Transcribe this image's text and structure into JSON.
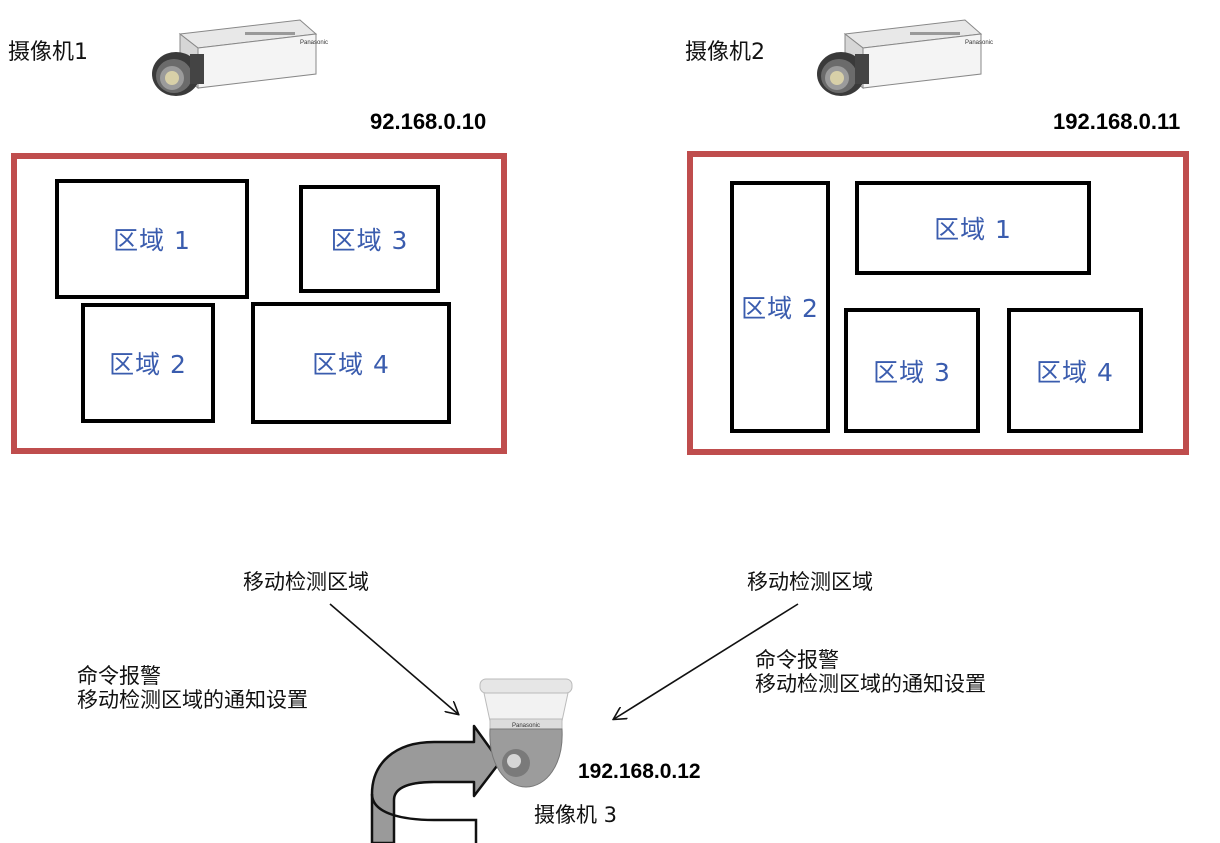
{
  "camera1": {
    "label": "摄像机1",
    "ip": "92.168.0.10",
    "zones": [
      "区域 1",
      "区域 3",
      "区域 2",
      "区域 4"
    ]
  },
  "camera2": {
    "label": "摄像机2",
    "ip": "192.168.0.11",
    "zones": [
      "区域 2",
      "区域 1",
      "区域 3",
      "区域 4"
    ]
  },
  "camera3": {
    "label": "摄像机 3",
    "ip": "192.168.0.12"
  },
  "left_annotation": {
    "region_label": "移动检测区域",
    "command_line1": "命令报警",
    "command_line2": "移动检测区域的通知设置"
  },
  "right_annotation": {
    "region_label": "移动检测区域",
    "command_line1": "命令报警",
    "command_line2": "移动检测区域的通知设置"
  },
  "icons": {
    "camera1": "box-camera-icon",
    "camera2": "box-camera-icon",
    "camera3": "dome-ptz-camera-icon",
    "rotation": "rotation-arrow-icon"
  },
  "colors": {
    "frame_border": "#bf4d4d",
    "zone_text": "#3a5cae"
  }
}
